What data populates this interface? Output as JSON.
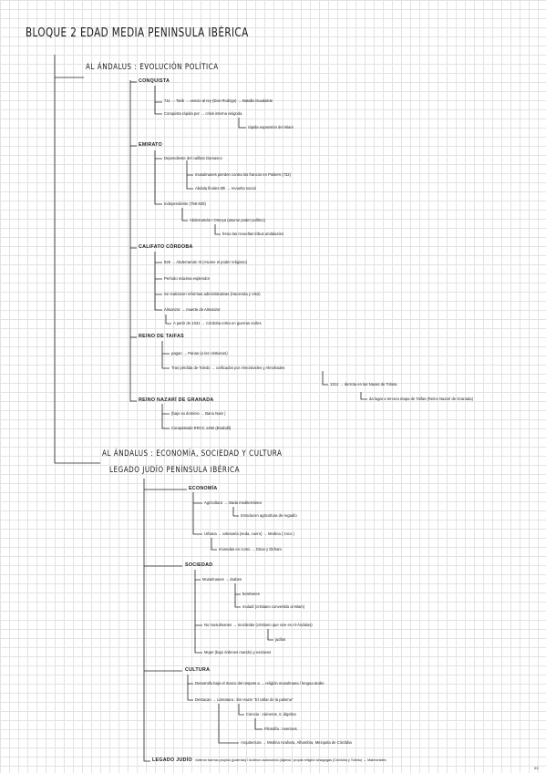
{
  "page": {
    "title": "BLOQUE 2  EDAD MEDIA PENINSULA IBÉRICA",
    "page_number": "03"
  },
  "evolucion": {
    "heading": "AL ÁNDALUS : EVOLUCIÓN POLÍTICA",
    "conquista": {
      "label": "CONQUISTA",
      "l1": "711 → Tarik → vencio al rey (Don Rodrigo) → Batalla Guadalete",
      "l2": "Conquista rápida por → crisis interna visigoda",
      "l3": "rápida expansión del Islam"
    },
    "emirato": {
      "label": "EMIRATO",
      "l1": "Dependiente del califato Damasco",
      "l2": "musulmanes pierden contra los francos en Poitiers (732)",
      "l3": "Abdala finales 8th → revuelta social",
      "l4": "Independiente (756-929)",
      "l5": "Abderramán I Omeya (asume poder político)",
      "l6": "frena las revueltas tribus andalusíes"
    },
    "califato": {
      "label": "CALIFATO CÓRDOBA",
      "l1": "929 → Abderramán III (Asume el poder religioso)",
      "l2": "Período máxima esplendor",
      "l3": "Se realizaron reformas administrativas (Hacienda y Visir)",
      "l4": "Almanzor → muerte de Almanzor",
      "l5": "A partir de 1031 → Córdoba entra en guerras civiles"
    },
    "taifas": {
      "label": "REINO DE TAIFAS",
      "l1": "pagan → Parias (a los cristianos)",
      "l2": "Tras pérdida de Toledo → unificados por Almorávides y Almohades",
      "l3": "1212 → derrota en las Navas de Tolosa",
      "l4": "da lugar a tercera etapa de Taifas (Reino Nazarí de Granada)"
    },
    "nazari": {
      "label": "REINO NAZARÍ DE GRANADA",
      "l1": "(bajo su dominio → Banu Nasr )",
      "l2": "Conquistado RRCC 1492 (Boabdil)"
    }
  },
  "economia_sociedad": {
    "heading": "AL ÁNDALUS : ECONOMÍA, SOCIEDAD Y CULTURA",
    "subheading": "LEGADO JUDÍO PENÍNSULA IBÉRICA",
    "economia": {
      "label": "ECONOMÍA",
      "l1": "Agricultura → triada mediterránea",
      "l2": "Introducen agricultura de regadío",
      "l3": "Urbana → artesanía (seda, cuero) → Medina ( zoco )",
      "l4": "monedas en curso → Dinar y Dirham"
    },
    "sociedad": {
      "label": "SOCIEDAD",
      "l1": "Musulmanes → árabes",
      "l2": "bereberes",
      "l3": "muladí (cristiano convertido al Islam)",
      "l4": "No musulmanes → mozárabe (cristiano que vive en Al-Ándalus)",
      "l5": "judíos",
      "l6": "Mujer (bajo órdenes marido) y esclavos"
    },
    "cultura": {
      "label": "CULTURA",
      "l1": "Desarrollo bajo el marco del respeto a → religión musulmana / lengua árabe",
      "l2": "Destacan → Literatura : Ibn Hazm \"El collar de la paloma\"",
      "l3": "Ciencia : números, 0, álgebra",
      "l4": "Filosofía : Averroes",
      "l5": "Arquitectura → Medina Azahara, Alhambra, Mezquita de Córdoba"
    },
    "legado": {
      "label": "LEGADO JUDÍO",
      "l1": "vivieron barrios propios (juderías) / tuvieron autonomía (aljama / propia religión sinagogas (Córdoba y Toledo) → Maimónides"
    }
  }
}
